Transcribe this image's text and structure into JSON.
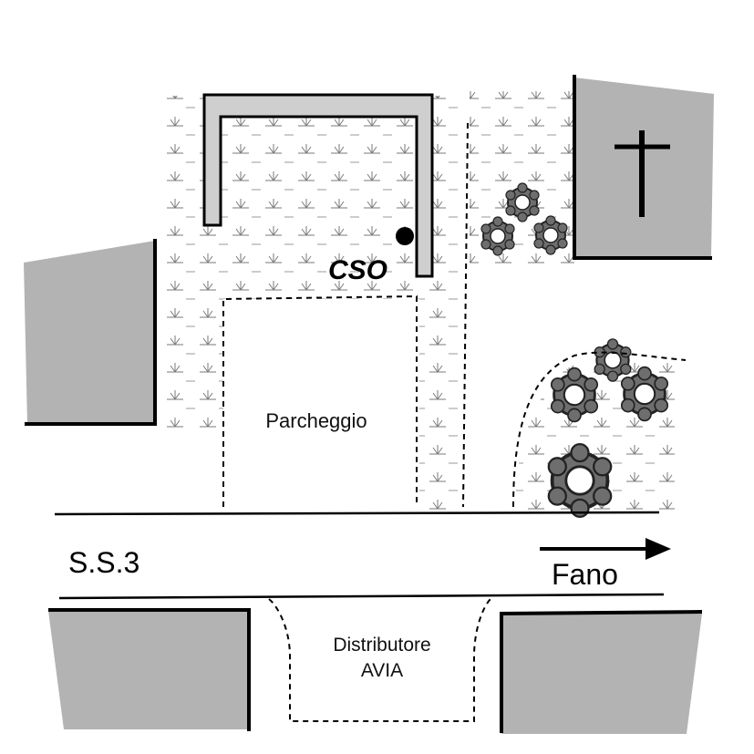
{
  "labels": {
    "cso": "CSO",
    "parking": "Parcheggio",
    "road": "S.S.3",
    "direction": "Fano",
    "station_line1": "Distributore",
    "station_line2": "AVIA"
  },
  "symbols": {
    "church": "cross-icon",
    "outfall_point": "filled-circle-icon",
    "direction_arrow": "right-arrow-icon",
    "vegetation": "grass-tuft-icon",
    "trees": "shrub-icon"
  },
  "colors": {
    "building_fill": "#b3b3b3",
    "intake_fill": "#cfcfcf",
    "line": "#000000",
    "shrub_fill": "#6e6e6e",
    "grass": "#8a8a8a"
  }
}
